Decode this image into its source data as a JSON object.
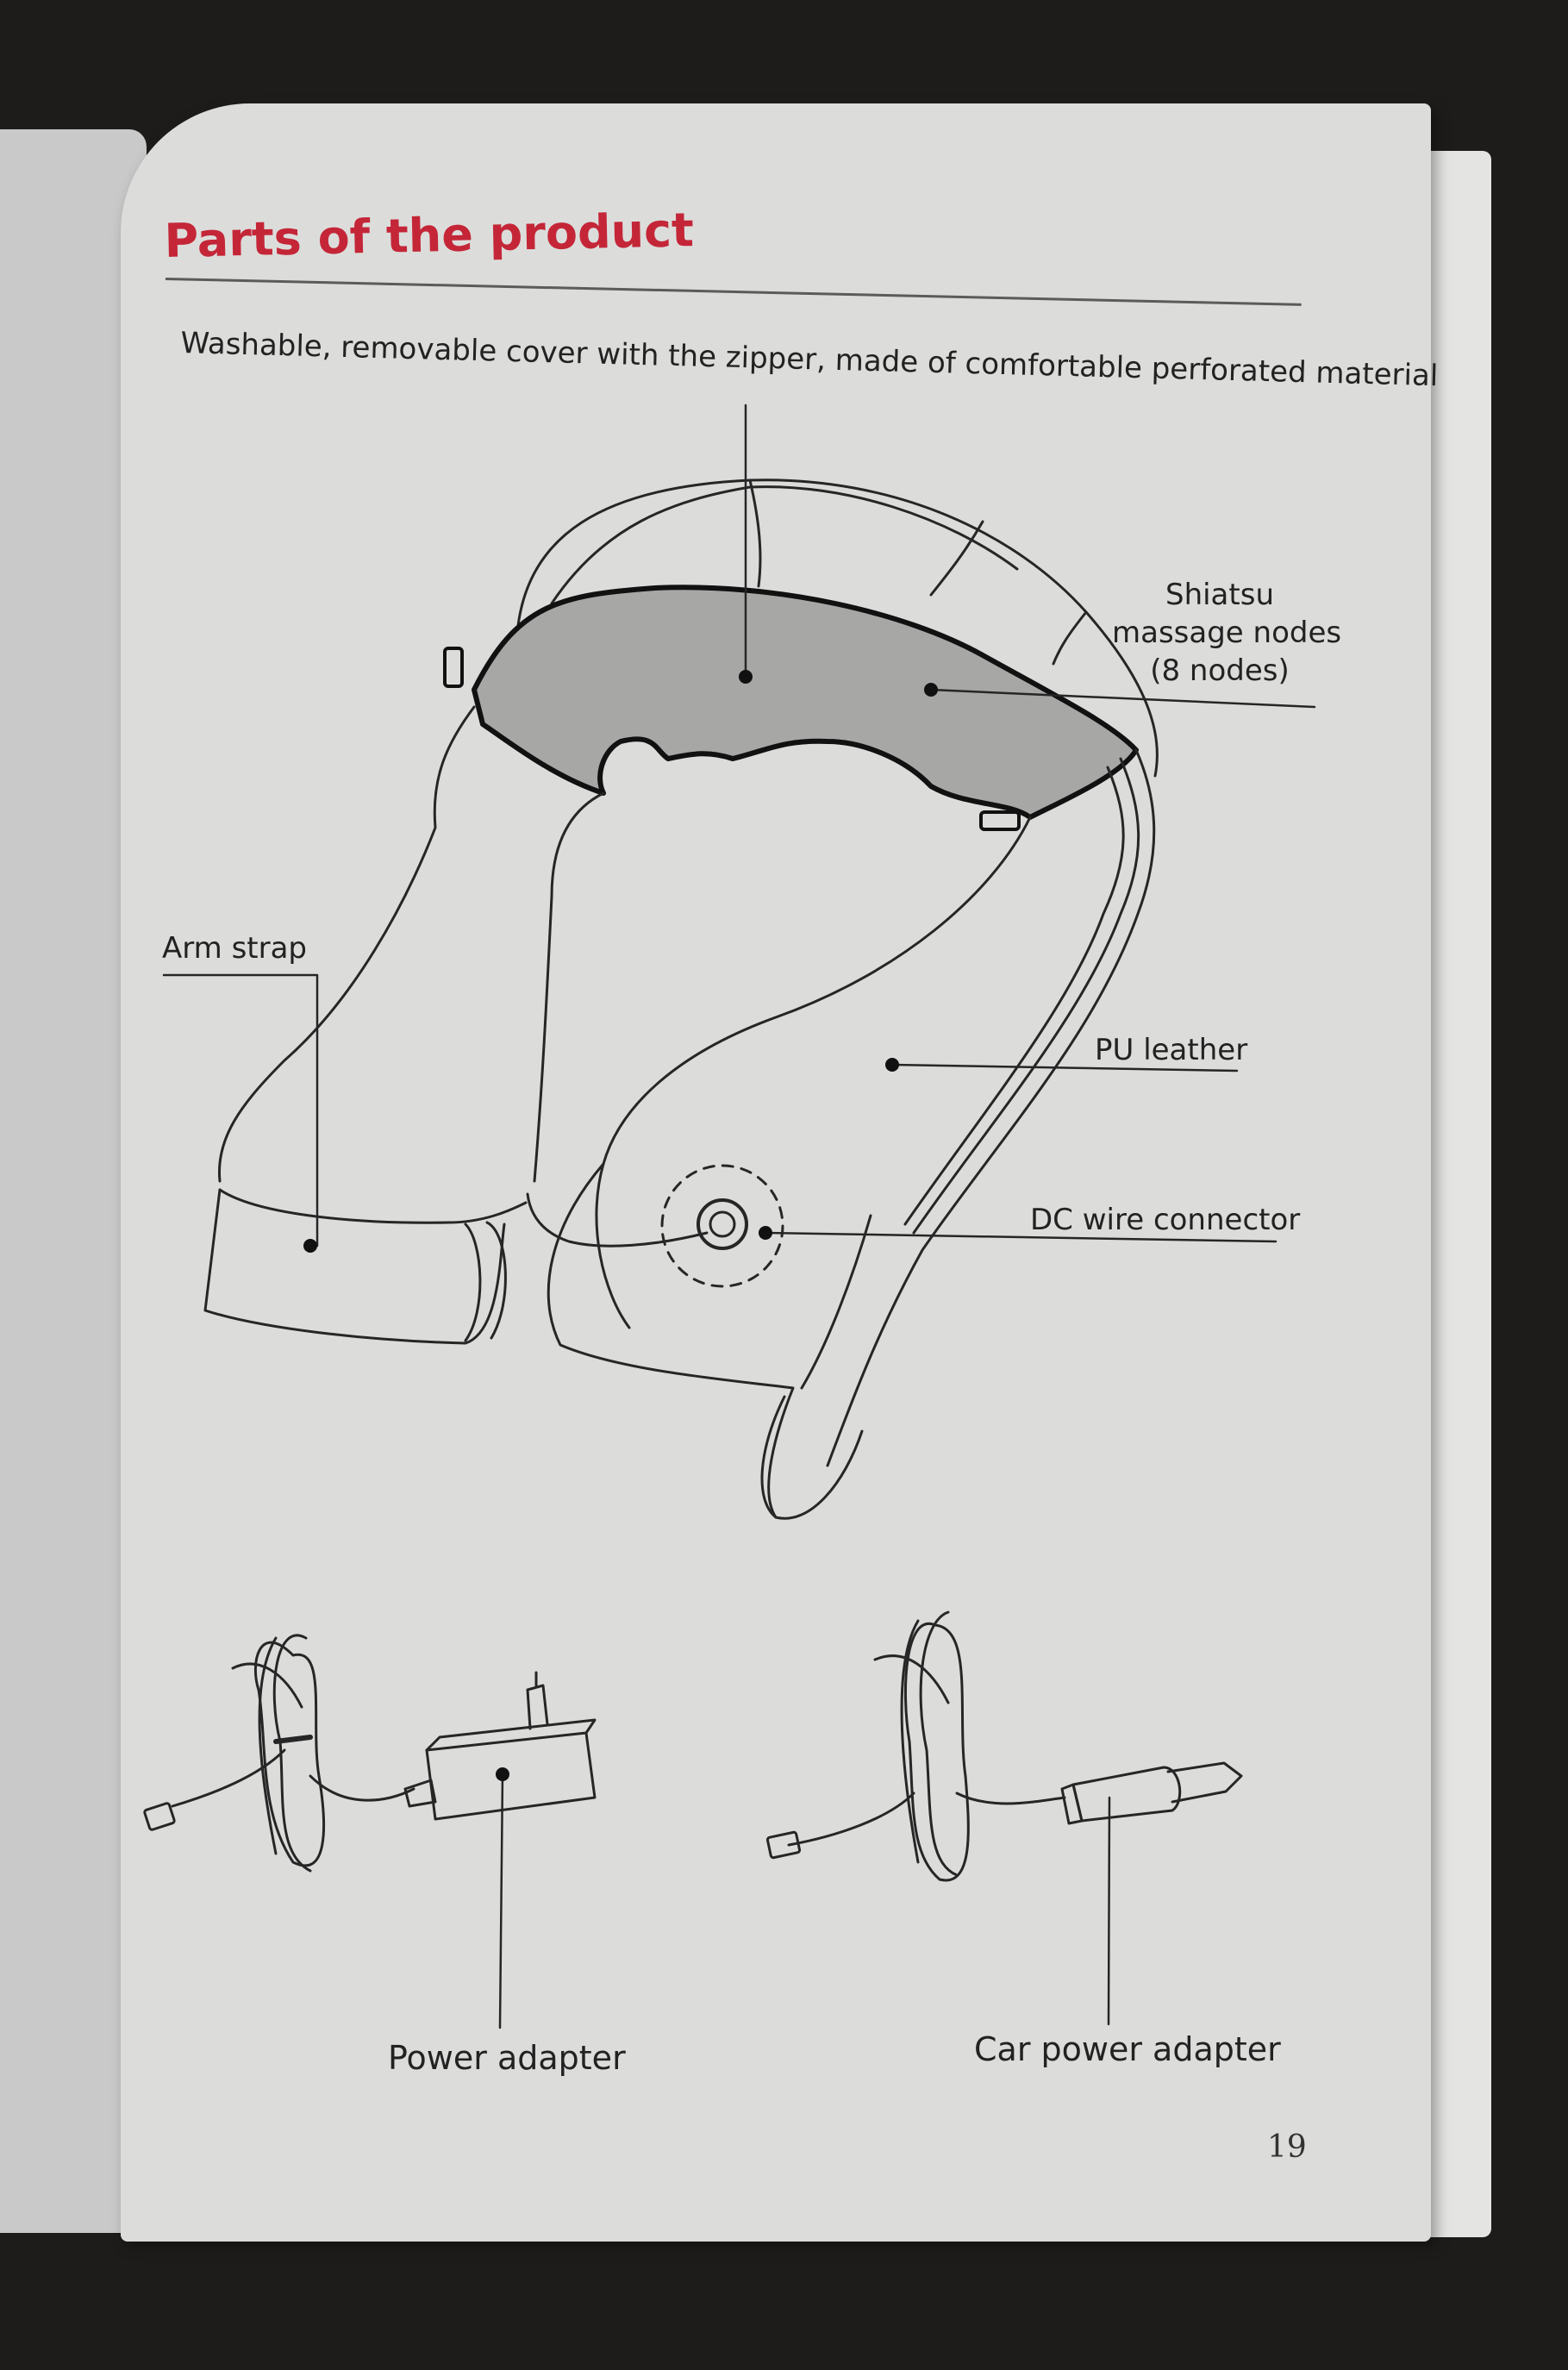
{
  "page": {
    "title": "Parts of the product",
    "page_number": "19"
  },
  "callouts": {
    "cover": "Washable, removable cover with the zipper, made of comfortable perforated material",
    "nodes_line1": "Shiatsu",
    "nodes_line2": "massage nodes",
    "nodes_line3": "(8 nodes)",
    "arm_strap": "Arm strap",
    "pu_leather": "PU leather",
    "dc_connector": "DC wire connector",
    "power_adapter": "Power adapter",
    "car_adapter": "Car power adapter"
  },
  "colors": {
    "title": "#c42638",
    "paper": "#dcdddb",
    "ink": "#222222",
    "cover_fill": "#a7a8a6"
  }
}
